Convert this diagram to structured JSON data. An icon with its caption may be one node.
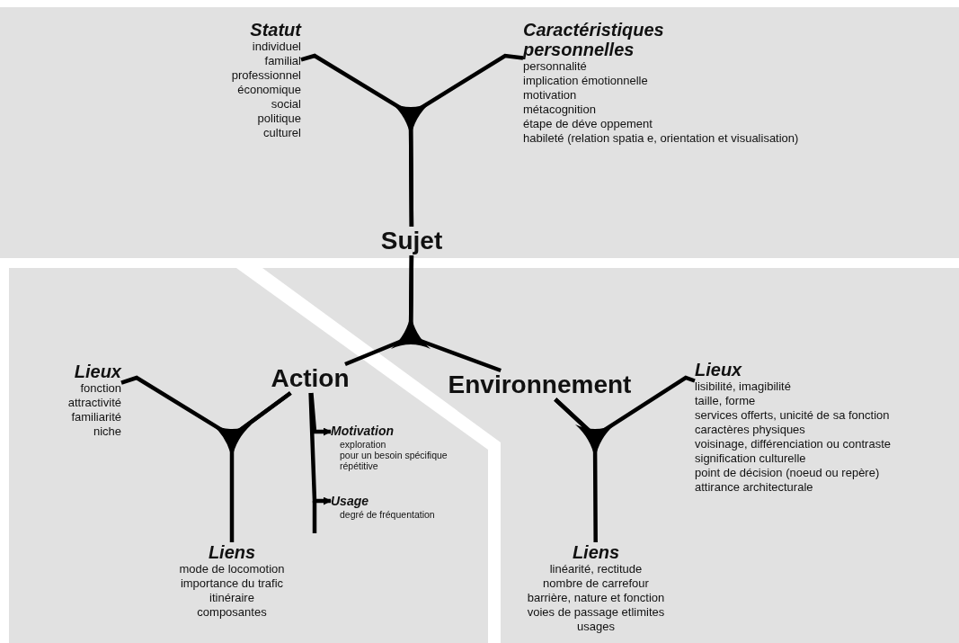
{
  "diagram": {
    "nodes": [
      {
        "text": [
          "Statut",
          "individuel",
          "familial",
          "professionnel",
          "économique",
          "social",
          "politique",
          "culturel"
        ]
      },
      {
        "text": [
          "Caractéristiques personnelles",
          "personnalité",
          "implication émotionnelle",
          "motivation",
          "métacognition",
          "étape de déve oppement",
          "habileté (relation spatia e, orientation et visualisation)"
        ]
      },
      {
        "text": [
          "Sujet"
        ]
      },
      {
        "text": [
          "Action"
        ]
      },
      {
        "text": [
          "Environnement"
        ]
      },
      {
        "text": [
          "Lieux",
          "fonction",
          "attractivité",
          "familiarité",
          "niche"
        ]
      },
      {
        "text": [
          "Liens",
          "mode de locomotion",
          "importance du trafic",
          "itinéraire",
          "composantes"
        ]
      },
      {
        "text": [
          "Motivation",
          "exploration",
          "pour un besoin spécifique",
          "répétitive"
        ]
      },
      {
        "text": [
          "Usage",
          "degré de fréquentation"
        ]
      },
      {
        "text": [
          "Lieux",
          "lisibilité, imagibilité",
          "taille, forme",
          "services offerts, unicité de sa fonction",
          "caractères physiques",
          "voisinage, différenciation ou contraste",
          "signification culturelle",
          "point de décision (noeud ou repère)",
          "attirance architecturale"
        ]
      },
      {
        "text": [
          "Liens",
          "linéarité, rectitude",
          "nombre de carrefour",
          "barrière, nature et fonction",
          "voies de passage etlimites",
          "usages"
        ]
      }
    ],
    "edges": [
      {
        "from": 0,
        "to": 2,
        "arrow": "none"
      },
      {
        "from": 1,
        "to": 2,
        "arrow": "none"
      },
      {
        "from": 2,
        "to": 3,
        "arrow": "none"
      },
      {
        "from": 2,
        "to": 4,
        "arrow": "none"
      },
      {
        "from": 3,
        "to": 5,
        "arrow": "none"
      },
      {
        "from": 3,
        "to": 6,
        "arrow": "none"
      },
      {
        "from": 4,
        "to": 9,
        "arrow": "none"
      },
      {
        "from": 4,
        "to": 10,
        "arrow": "none"
      },
      {
        "from": 3,
        "to": 7,
        "arrow": "to"
      },
      {
        "from": 3,
        "to": 8,
        "arrow": "to"
      }
    ]
  }
}
